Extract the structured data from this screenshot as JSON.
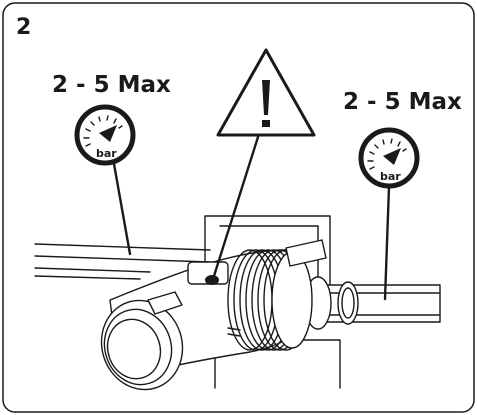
{
  "step": {
    "number": "2"
  },
  "left_gauge": {
    "pressure_label": "2 - 5 Max",
    "unit": "bar",
    "icon": "pressure-gauge-icon"
  },
  "right_gauge": {
    "pressure_label": "2 - 5 Max",
    "unit": "bar",
    "icon": "pressure-gauge-icon"
  },
  "warning": {
    "icon": "warning-triangle-icon"
  },
  "colors": {
    "line": "#1a1a1a",
    "background": "#ffffff"
  }
}
